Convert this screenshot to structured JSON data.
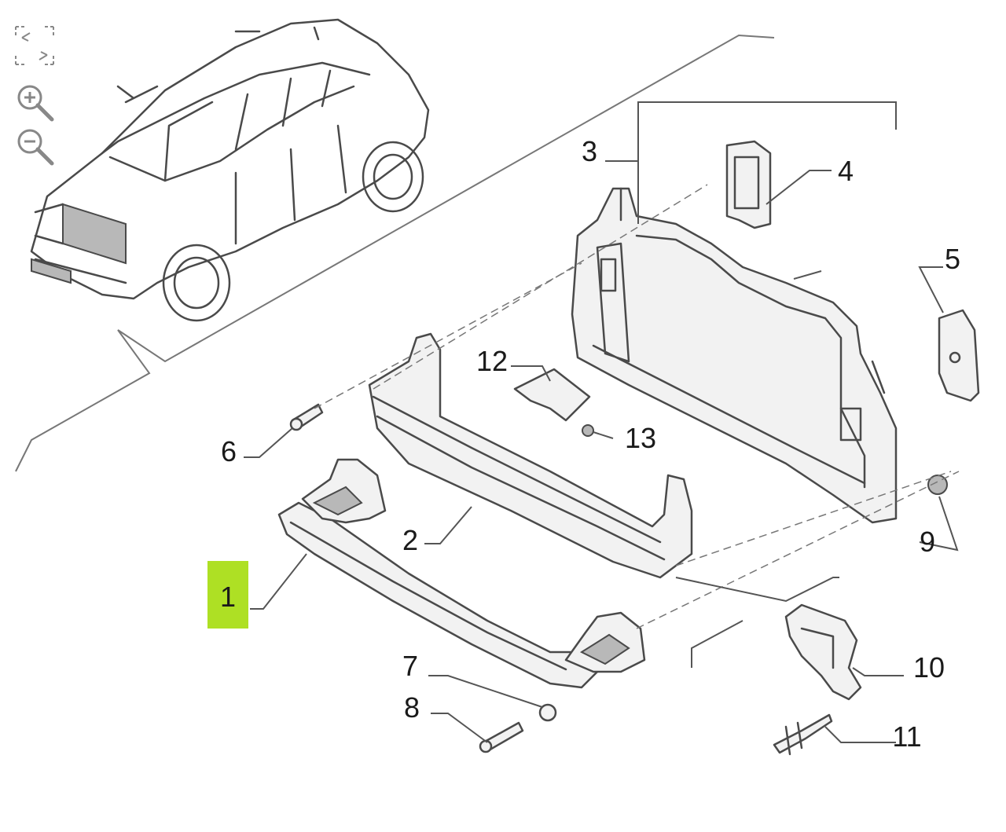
{
  "toolbar": {
    "buttons": [
      {
        "name": "fit-to-screen",
        "icon": "fit-screen-icon"
      },
      {
        "name": "zoom-in",
        "icon": "zoom-in-icon"
      },
      {
        "name": "zoom-out",
        "icon": "zoom-out-icon"
      }
    ]
  },
  "callouts": [
    "1",
    "2",
    "3",
    "4",
    "5",
    "6",
    "7",
    "8",
    "9",
    "10",
    "11",
    "12",
    "13"
  ],
  "colors": {
    "highlight": "#aee024",
    "line": "#4a4a4a",
    "background": "#ffffff"
  },
  "selected_callout": "1"
}
